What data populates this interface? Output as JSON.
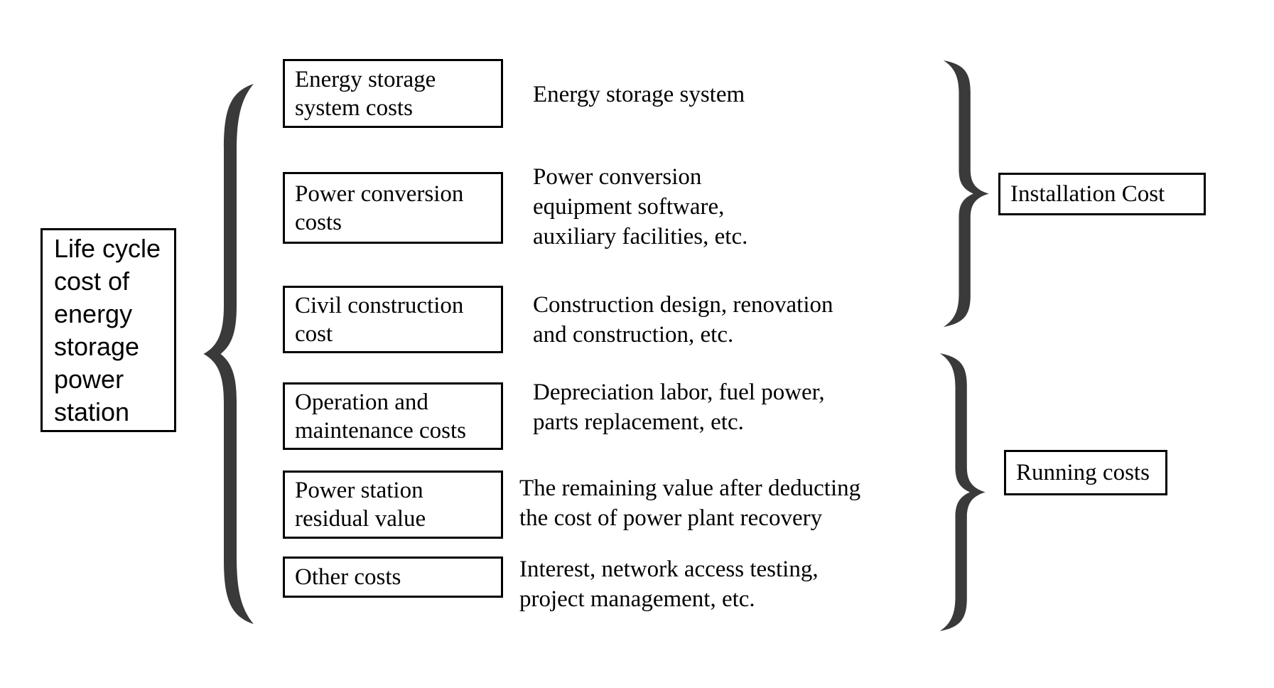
{
  "diagram": {
    "background": "#ffffff",
    "colors": {
      "brace": "#3a3a3a",
      "border": "#000000",
      "text": "#000000"
    },
    "root": {
      "title": "Life cycle\ncost of\nenergy\nstorage\npower\nstation"
    },
    "items": [
      {
        "label": "Energy storage\nsystem costs",
        "description": "Energy storage system"
      },
      {
        "label": "Power conversion\ncosts",
        "description": "Power conversion\nequipment software,\nauxiliary facilities, etc."
      },
      {
        "label": "Civil construction\ncost",
        "description": "Construction design, renovation\nand construction, etc."
      },
      {
        "label": "Operation and\nmaintenance costs",
        "description": "Depreciation labor, fuel power,\nparts replacement, etc."
      },
      {
        "label": "Power station\nresidual value",
        "description": "The remaining value after deducting\nthe cost of power plant recovery"
      },
      {
        "label": "Other costs",
        "description": "Interest, network access testing,\nproject management, etc."
      }
    ],
    "groups": [
      {
        "label": "Installation Cost"
      },
      {
        "label": "Running costs"
      }
    ]
  }
}
